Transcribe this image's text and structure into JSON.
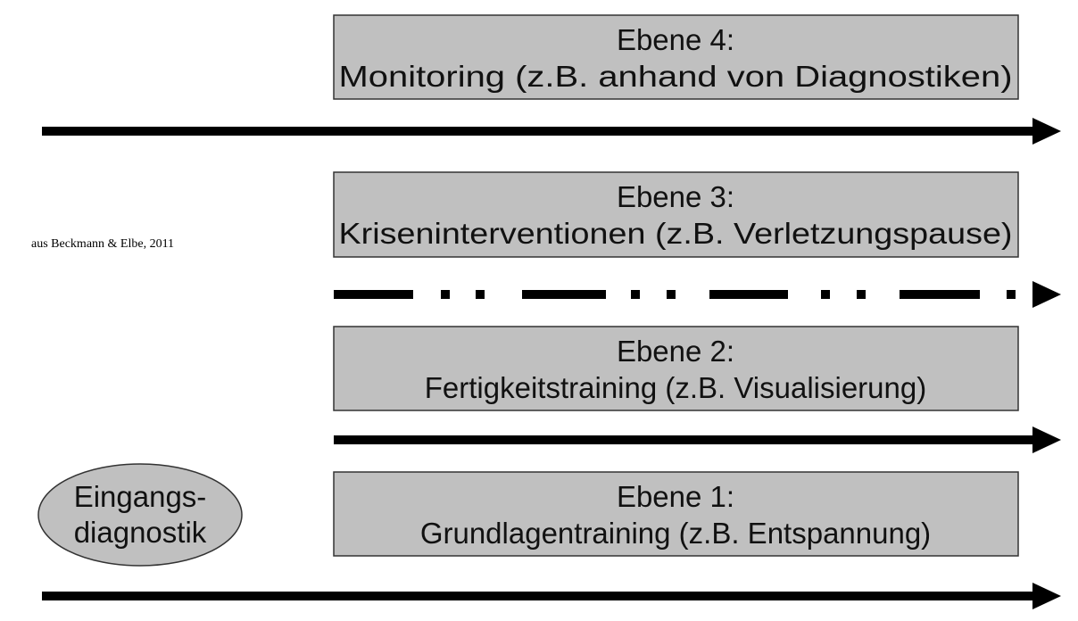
{
  "citation": "aus Beckmann & Elbe, 2011",
  "levels": [
    {
      "title": "Ebene 4:",
      "text": "Monitoring (z.B. anhand von Diagnostiken)"
    },
    {
      "title": "Ebene 3:",
      "text": "Kriseninterventionen (z.B. Verletzungspause)"
    },
    {
      "title": "Ebene 2:",
      "text": "Fertigkeitstraining (z.B. Visualisierung)"
    },
    {
      "title": "Ebene 1:",
      "text": "Grundlagentraining (z.B. Entspannung)"
    }
  ],
  "entry": {
    "line1": "Eingangs-",
    "line2": "diagnostik"
  },
  "colors": {
    "box_fill": "#c0c0c0",
    "arrow": "#000000"
  }
}
